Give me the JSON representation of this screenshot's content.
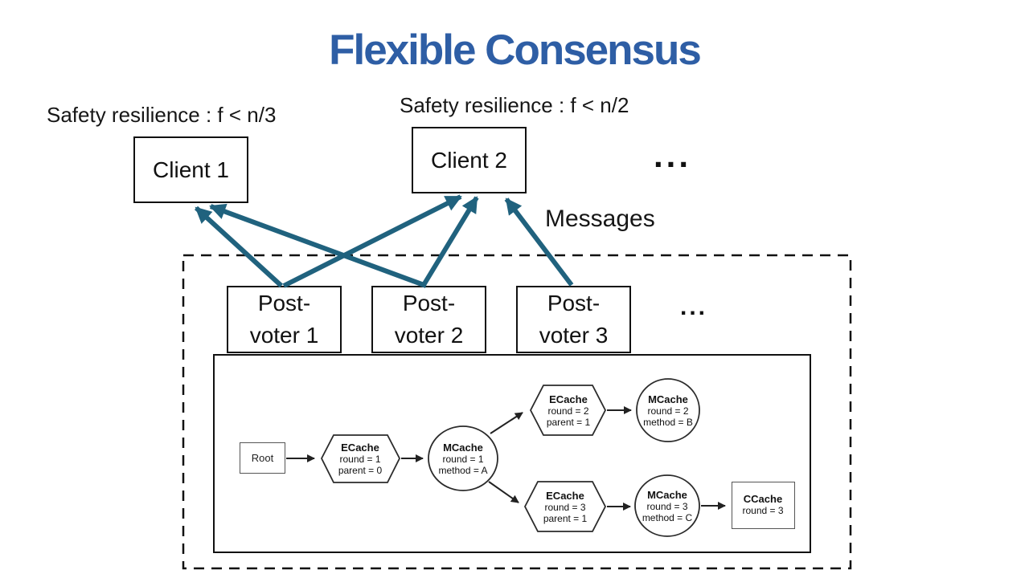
{
  "title": "Flexible Consensus",
  "annotations": {
    "safety_left": "Safety resilience : f < n/3",
    "safety_right": "Safety resilience : f < n/2",
    "messages": "Messages",
    "clients_more": "...",
    "voters_more": "..."
  },
  "clients": [
    {
      "label": "Client 1"
    },
    {
      "label": "Client 2"
    }
  ],
  "post_voters": [
    {
      "label_line1": "Post-",
      "label_line2": "voter 1"
    },
    {
      "label_line1": "Post-",
      "label_line2": "voter 2"
    },
    {
      "label_line1": "Post-",
      "label_line2": "voter 3"
    }
  ],
  "flow": {
    "root_label": "Root",
    "nodes": [
      {
        "shape": "hexagon",
        "name": "ECache",
        "line1": "round = 1",
        "line2": "parent = 0"
      },
      {
        "shape": "circle",
        "name": "MCache",
        "line1": "round = 1",
        "line2": "method = A"
      },
      {
        "shape": "hexagon",
        "name": "ECache",
        "line1": "round = 2",
        "line2": "parent = 1"
      },
      {
        "shape": "circle",
        "name": "MCache",
        "line1": "round = 2",
        "line2": "method = B"
      },
      {
        "shape": "hexagon",
        "name": "ECache",
        "line1": "round = 3",
        "line2": "parent = 1"
      },
      {
        "shape": "circle",
        "name": "MCache",
        "line1": "round = 3",
        "line2": "method = C"
      },
      {
        "shape": "rect",
        "name": "CCache",
        "line1": "round = 3",
        "line2": ""
      }
    ]
  },
  "colors": {
    "title_blue": "#2E5EA5",
    "arrow_teal": "#20627E",
    "line_black": "#111111"
  }
}
